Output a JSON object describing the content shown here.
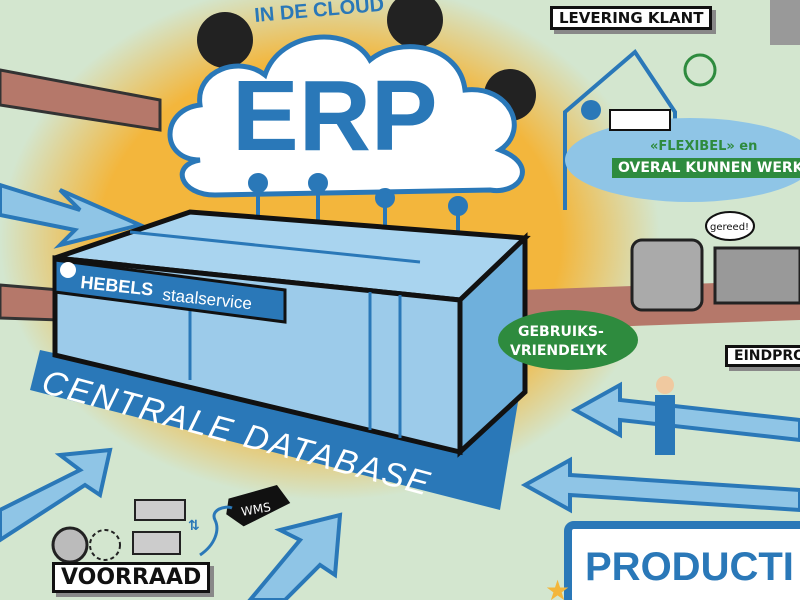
{
  "cloud": {
    "subtitle": "IN DE CLOUD",
    "title": "ERP"
  },
  "company": {
    "name_bold": "HEBELS",
    "name_light": "staalservice"
  },
  "database_label": "CENTRALE DATABASE",
  "labels": {
    "delivery": "LEVERING KLANT",
    "flexible": "«FLEXIBEL» en",
    "work_anywhere": "OVERAL KUNNEN WERK",
    "speech": "gereed!",
    "user_friendly_1": "GEBRUIKS-",
    "user_friendly_2": "VRIENDELYK",
    "end_product": "EINDPRO",
    "wms": "WMS",
    "stock": "VOORRAAD",
    "production": "PRODUCTI"
  },
  "colors": {
    "background": "#d3e6cf",
    "glow": "#f3b63c",
    "blue": "#2a78b8",
    "light_blue": "#8fc5e6",
    "green": "#2e8b3e",
    "road": "#b5786a"
  }
}
